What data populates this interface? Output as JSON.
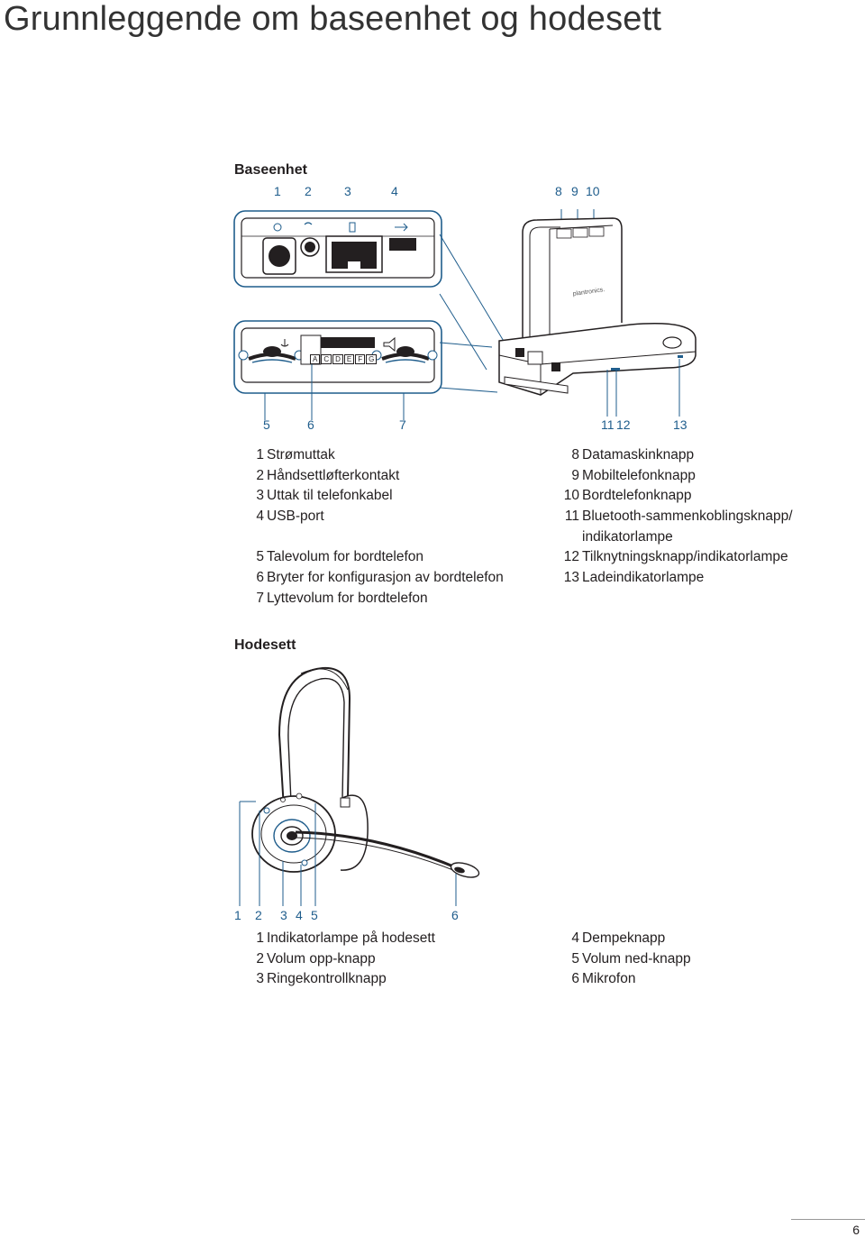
{
  "title": "Grunnleggende om baseenhet og hodesett",
  "base": {
    "heading": "Baseenhet",
    "top_callouts": [
      "1",
      "2",
      "3",
      "4",
      "8",
      "9",
      "10"
    ],
    "bottom_callouts": [
      "5",
      "6",
      "7",
      "11",
      "12",
      "13"
    ],
    "switch_letters": [
      "A",
      "C",
      "D",
      "E",
      "F",
      "G"
    ],
    "brand": "plantronics.",
    "legend_left": [
      {
        "num": "1",
        "text": "Strømuttak"
      },
      {
        "num": "2",
        "text": "Håndsettløfterkontakt"
      },
      {
        "num": "3",
        "text": "Uttak til telefonkabel"
      },
      {
        "num": "4",
        "text": "USB-port"
      },
      {
        "num": "5",
        "text": "Talevolum for bordtelefon"
      },
      {
        "num": "6",
        "text": "Bryter for konfigurasjon av bordtelefon"
      },
      {
        "num": "7",
        "text": "Lyttevolum for bordtelefon"
      }
    ],
    "legend_right": [
      {
        "num": "8",
        "text": "Datamaskinknapp"
      },
      {
        "num": "9",
        "text": "Mobiltelefonknapp"
      },
      {
        "num": "10",
        "text": "Bordtelefonknapp"
      },
      {
        "num": "11",
        "text": "Bluetooth-sammenkoblingsknapp/",
        "cont": "indikatorlampe"
      },
      {
        "num": "12",
        "text": "Tilknytningsknapp/indikatorlampe"
      },
      {
        "num": "13",
        "text": "Ladeindikatorlampe"
      }
    ]
  },
  "headset": {
    "heading": "Hodesett",
    "callouts": [
      "1",
      "2",
      "3",
      "4",
      "5",
      "6"
    ],
    "legend_left": [
      {
        "num": "1",
        "text": "Indikatorlampe på hodesett"
      },
      {
        "num": "2",
        "text": "Volum opp-knapp"
      },
      {
        "num": "3",
        "text": "Ringekontrollknapp"
      }
    ],
    "legend_right": [
      {
        "num": "4",
        "text": "Dempeknapp"
      },
      {
        "num": "5",
        "text": "Volum ned-knapp"
      },
      {
        "num": "6",
        "text": "Mikrofon"
      }
    ]
  },
  "page_number": "6",
  "colors": {
    "accent": "#1f5d8c",
    "line": "#231f20"
  }
}
